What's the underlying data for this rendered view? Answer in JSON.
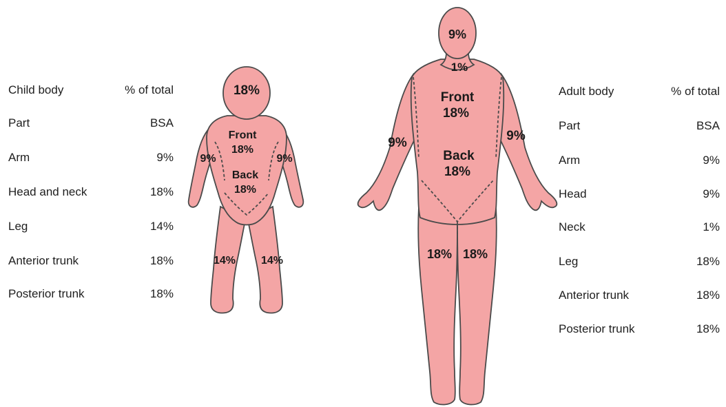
{
  "child_table": {
    "header": [
      "Child body",
      "% of total"
    ],
    "subheader": [
      "Part",
      "BSA"
    ],
    "rows": [
      [
        "Arm",
        "9%"
      ],
      [
        "Head and neck",
        "18%"
      ],
      [
        "Leg",
        "14%"
      ],
      [
        "Anterior trunk",
        "18%"
      ],
      [
        "Posterior trunk",
        "18%"
      ]
    ]
  },
  "adult_table": {
    "header": [
      "Adult body",
      "% of total"
    ],
    "subheader": [
      "Part",
      "BSA"
    ],
    "rows": [
      [
        "Arm",
        "9%"
      ],
      [
        "Head",
        "9%"
      ],
      [
        "Neck",
        "1%"
      ],
      [
        "Leg",
        "18%"
      ],
      [
        "Anterior trunk",
        "18%"
      ],
      [
        "Posterior trunk",
        "18%"
      ]
    ]
  },
  "child_figure": {
    "head": "18%",
    "front_label": "Front",
    "front_value": "18%",
    "back_label": "Back",
    "back_value": "18%",
    "left_arm": "9%",
    "right_arm": "9%",
    "left_leg": "14%",
    "right_leg": "14%"
  },
  "adult_figure": {
    "head": "9%",
    "neck": "1%",
    "front_label": "Front",
    "front_value": "18%",
    "back_label": "Back",
    "back_value": "18%",
    "left_arm": "9%",
    "right_arm": "9%",
    "left_leg": "18%",
    "right_leg": "18%"
  },
  "colors": {
    "skin": "#f4a5a5",
    "outline": "#4a4a4a",
    "text": "#1e1e1e"
  }
}
